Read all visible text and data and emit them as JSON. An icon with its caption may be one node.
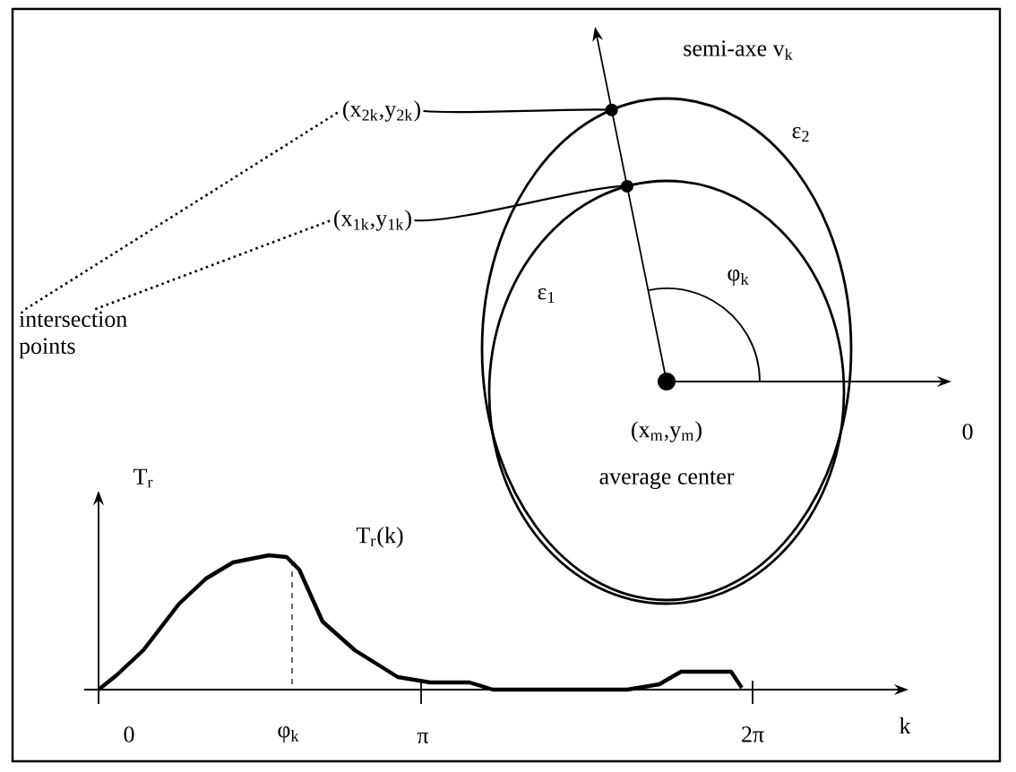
{
  "diagram": {
    "nodes": [
      {
        "text": [
          "(x$_{2k}$,y$_{2k}$)"
        ]
      },
      {
        "text": [
          "(x$_{1k}$,y$_{1k}$)"
        ]
      },
      {
        "text": [
          "intersection points"
        ]
      },
      {
        "text": [],
        "shape": "circle"
      },
      {
        "text": [],
        "shape": "circle"
      }
    ],
    "edges": [
      {
        "from": 0,
        "to": 3,
        "arrow": "none"
      },
      {
        "from": 1,
        "to": 4,
        "arrow": "none"
      },
      {
        "from": 2,
        "to": 0,
        "arrow": "none",
        "style": "dashed"
      },
      {
        "from": 2,
        "to": 1,
        "arrow": "none",
        "style": "dashed"
      }
    ],
    "labels": [
      "semi-axe v$_{k}$",
      "ε$_{2}$",
      "ε$_{1}$",
      "φ$_{k}$",
      "0",
      "(x$_{m}$,y$_{m}$)",
      "average center",
      "T$_{r}$",
      "T$_{r}$(k)",
      "0",
      "φ$_{k}$",
      "π",
      "2π",
      "k"
    ]
  }
}
